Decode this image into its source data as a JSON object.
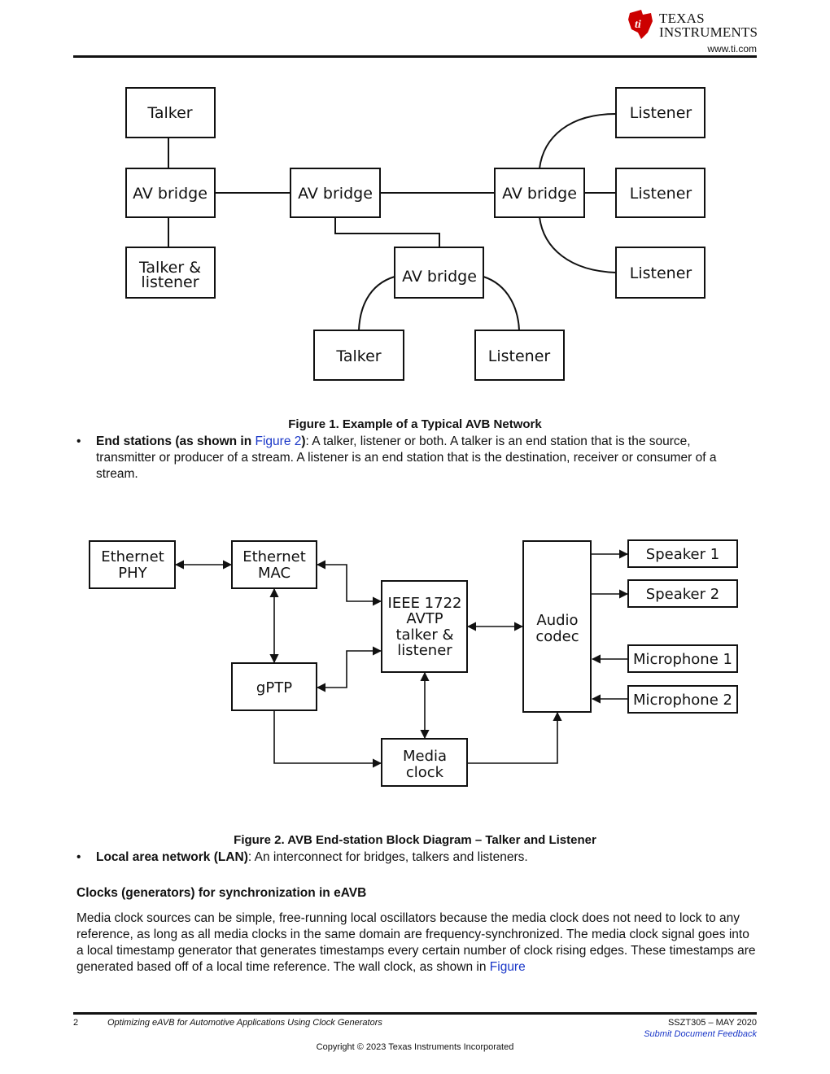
{
  "header": {
    "logo_line1": "Texas",
    "logo_line2": "Instruments",
    "url": "www.ti.com"
  },
  "figure1": {
    "caption": "Figure 1. Example of a Typical AVB Network",
    "nodes": {
      "talker_top": "Talker",
      "bridge_left": "AV bridge",
      "talker_listener_1": "Talker &",
      "talker_listener_2": "listener",
      "bridge_center": "AV bridge",
      "bridge_right": "AV bridge",
      "bridge_bottom": "AV bridge",
      "listener_top": "Listener",
      "listener_mid": "Listener",
      "listener_low": "Listener",
      "talker_bottom": "Talker",
      "listener_bottom": "Listener"
    }
  },
  "bullet1": {
    "marker": "•",
    "bold_lead": "End stations (as shown in ",
    "link": "Figure 2",
    "bold_close": ")",
    "text": ": A talker, listener or both. A talker is an end station that is the source, transmitter or producer of a stream. A listener is an end station that is the destination, receiver or consumer of a stream."
  },
  "figure2": {
    "caption": "Figure 2. AVB End-station Block Diagram – Talker and Listener",
    "nodes": {
      "eth_phy_1": "Ethernet",
      "eth_phy_2": "PHY",
      "eth_mac_1": "Ethernet",
      "eth_mac_2": "MAC",
      "avtp_1": "IEEE 1722",
      "avtp_2": "AVTP",
      "avtp_3": "talker &",
      "avtp_4": "listener",
      "gptp": "gPTP",
      "media_1": "Media",
      "media_2": "clock",
      "codec_1": "Audio",
      "codec_2": "codec",
      "speaker1": "Speaker 1",
      "speaker2": "Speaker 2",
      "mic1": "Microphone 1",
      "mic2": "Microphone 2"
    }
  },
  "bullet2": {
    "marker": "•",
    "bold_lead": "Local area network (LAN)",
    "text": ": An interconnect for bridges, talkers and listeners."
  },
  "section": {
    "heading": "Clocks (generators) for synchronization in eAVB",
    "paragraph": "Media clock sources can be simple, free-running local oscillators because the media clock does not need to lock to any reference, as long as all media clocks in the same domain are frequency-synchronized. The media clock signal goes into a local timestamp generator that generates timestamps every certain number of clock rising edges. These timestamps are generated based off of a local time reference. The wall clock, as shown in ",
    "paragraph_link": "Figure"
  },
  "footer": {
    "page_number": "2",
    "doc_title": "Optimizing eAVB for Automotive Applications Using Clock Generators",
    "doc_id": "SSZT305 – MAY 2020",
    "feedback": "Submit Document Feedback",
    "copyright": "Copyright © 2023 Texas Instruments Incorporated"
  },
  "colors": {
    "link": "#1a37c8",
    "logo_red": "#cc0000"
  }
}
